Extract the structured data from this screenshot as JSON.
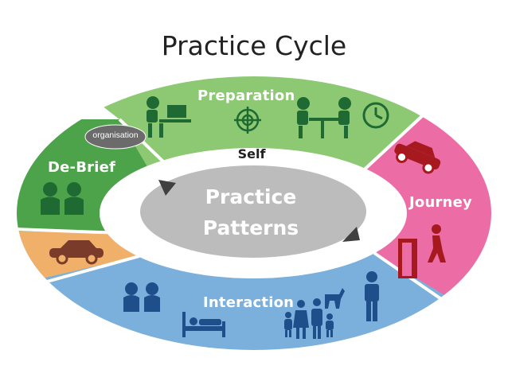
{
  "title": "Practice Cycle",
  "segments": {
    "preparation": "Preparation",
    "journey": "Journey",
    "interaction": "Interaction",
    "debrief": "De-Brief"
  },
  "organisation_badge": "organisation",
  "self_label": "Self",
  "center": {
    "line1": "Practice",
    "line2": "Patterns"
  },
  "colors": {
    "preparation": "#8cc972",
    "journey": "#ec6da5",
    "interaction": "#7bb0dd",
    "debrief_dark": "#4da34a",
    "orange": "#f0b06a",
    "center": "#bcbcbc",
    "icon_dark": "#1f6a32",
    "icon_red": "#a61a1f",
    "icon_blue": "#1f4f8a",
    "icon_brown": "#7b3b2a"
  },
  "icons": [
    "person-at-desk-icon",
    "target-icon",
    "meeting-icon",
    "clock-icon",
    "car-icon",
    "exit-door-icon",
    "two-people-icon",
    "bed-icon",
    "family-icon",
    "person-standing-icon",
    "car-small-icon",
    "debrief-people-icon",
    "cycle-arrow-icon"
  ]
}
